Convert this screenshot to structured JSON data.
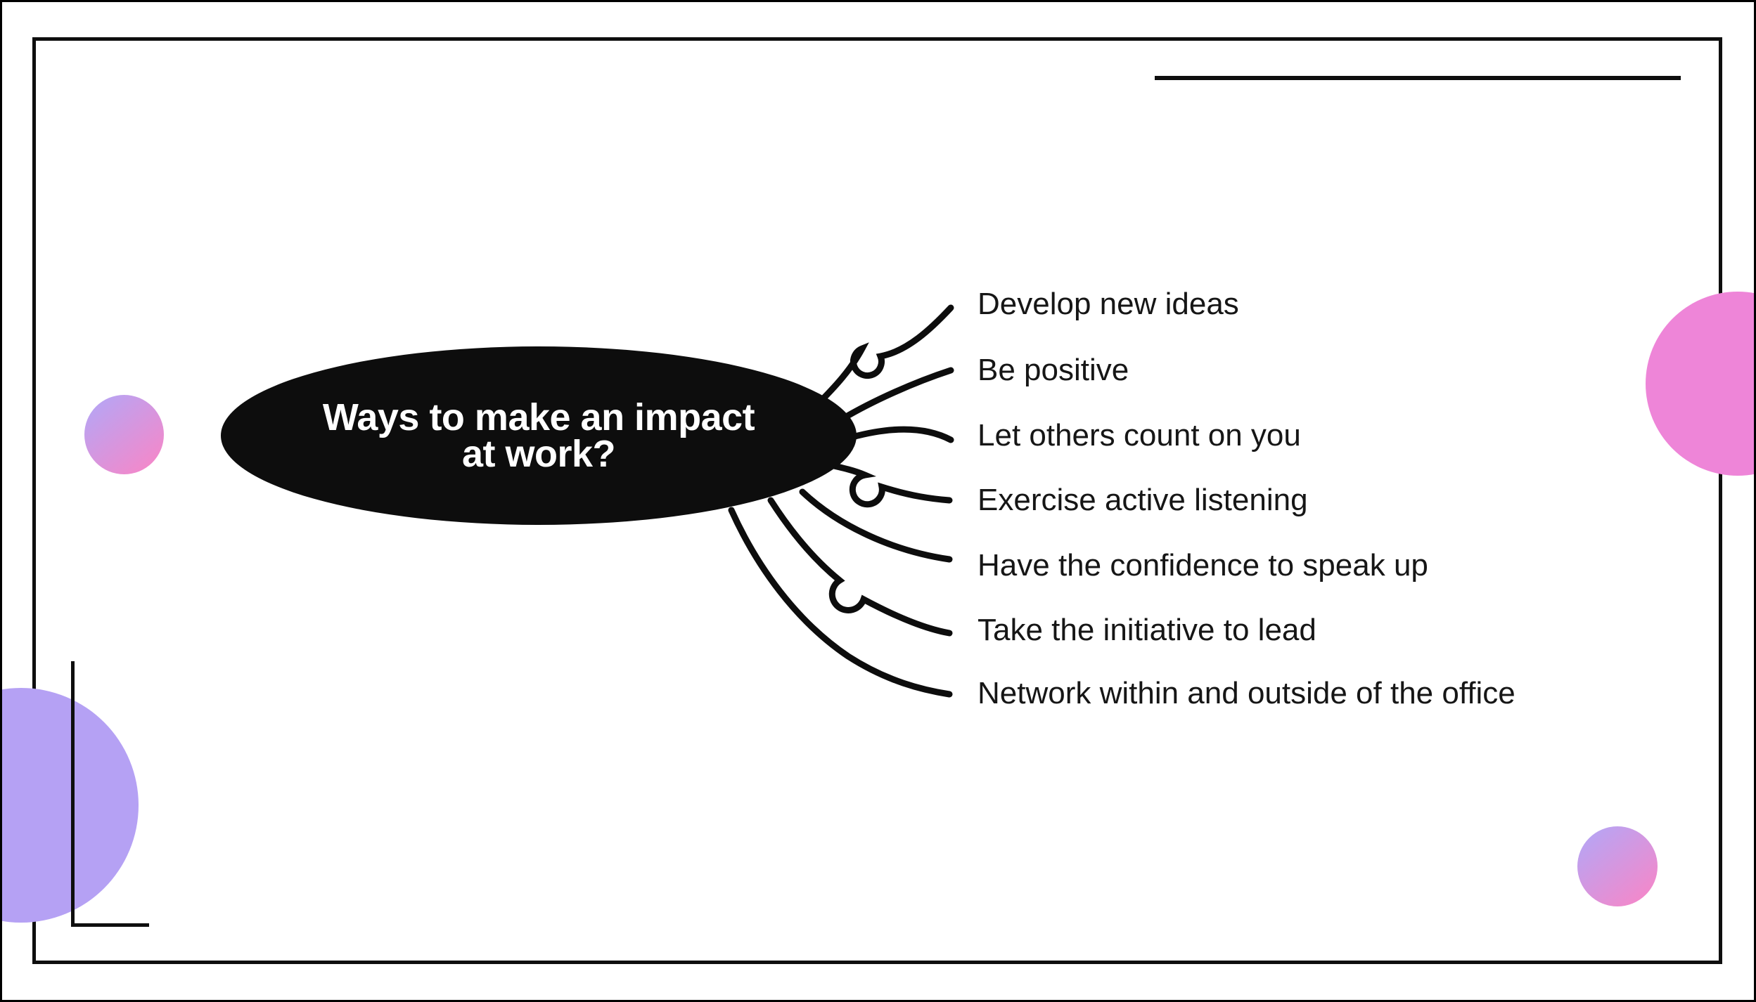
{
  "slide": {
    "title": {
      "line1": "Ways to make an impact",
      "line2": "at work?"
    },
    "branches": [
      {
        "label": "Develop new ideas"
      },
      {
        "label": "Be positive"
      },
      {
        "label": "Let others count on you"
      },
      {
        "label": "Exercise active listening"
      },
      {
        "label": "Have the confidence to speak up"
      },
      {
        "label": "Take the initiative to lead"
      },
      {
        "label": "Network within and outside of the office"
      }
    ],
    "colors": {
      "bubble_fill": "#0d0d0d",
      "bubble_text": "#ffffff",
      "branch_line": "#0d0d0d",
      "label_text": "#161616",
      "frame_line": "#0e0e0e",
      "pink_circle": "#ee85d8",
      "purple_circle": "#b5a1f4",
      "gradient_circle_start": "#b4a6f6",
      "gradient_circle_end": "#f886c7",
      "background": "#ffffff"
    }
  }
}
